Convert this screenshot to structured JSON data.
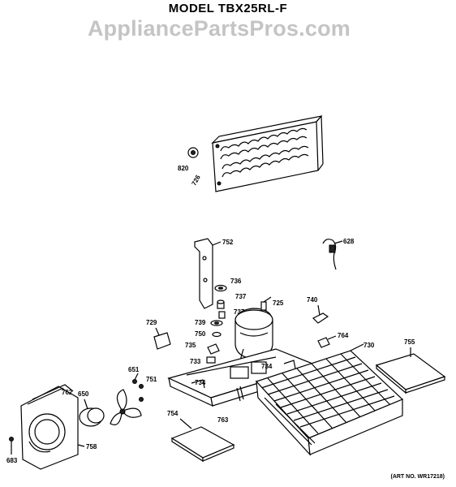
{
  "header": {
    "title": "MODEL TBX25RL-F",
    "watermark": "AppliancePartsPros.com"
  },
  "footer": {
    "art_number": "(ART NO. WR17218)"
  },
  "labels": {
    "p820": "820",
    "p726": "726",
    "p752": "752",
    "p628": "628",
    "p736": "736",
    "p737a": "737",
    "p737b": "737",
    "p725": "725",
    "p740": "740",
    "p729": "729",
    "p739": "739",
    "p750": "750",
    "p735": "735",
    "p764": "764",
    "p730": "730",
    "p755": "755",
    "p733": "733",
    "p734a": "734",
    "p734b": "734",
    "p651": "651",
    "p751": "751",
    "p650": "650",
    "p762": "762",
    "p754": "754",
    "p763": "763",
    "p758": "758",
    "p683": "683"
  }
}
